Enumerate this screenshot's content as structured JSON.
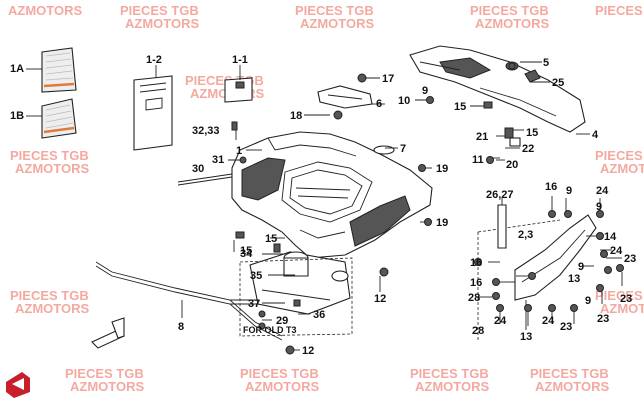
{
  "watermark": {
    "line1": "PIECES TGB",
    "line2": "AZMOTORS",
    "color": "#f4a9a0"
  },
  "labels": {
    "l_1A": "1A",
    "l_1B": "1B",
    "l_1_2": "1-2",
    "l_1_1": "1-1",
    "l_17": "17",
    "l_6": "6",
    "l_18": "18",
    "l_32_33": "32,33",
    "l_1": "1",
    "l_31": "31",
    "l_30": "30",
    "l_5": "5",
    "l_25": "25",
    "l_10": "10",
    "l_9a": "9",
    "l_15a": "15",
    "l_21": "21",
    "l_15b": "15",
    "l_4": "4",
    "l_22": "22",
    "l_7": "7",
    "l_19a": "19",
    "l_11": "11",
    "l_20": "20",
    "l_26_27": "26,27",
    "l_16a": "16",
    "l_9b": "9",
    "l_24a": "24",
    "l_9c": "9",
    "l_19b": "19",
    "l_15c": "15",
    "l_15d": "15",
    "l_34": "34",
    "l_14": "14",
    "l_2_3": "2,3",
    "l_24b": "24",
    "l_23a": "23",
    "l_35": "35",
    "l_16b": "16",
    "l_13a": "13",
    "l_9d": "9",
    "l_16c": "16",
    "l_8": "8",
    "l_12a": "12",
    "l_37": "37",
    "l_36": "36",
    "l_29": "29",
    "l_28a": "28",
    "l_13b": "13",
    "l_23b": "23",
    "l_28b": "28",
    "l_24c": "24",
    "l_24d": "24",
    "l_23c": "23",
    "l_9e": "9",
    "l_23d": "23",
    "l_12b": "12"
  },
  "caption": "FOR OLD T3",
  "logo_color": "#c8202a"
}
